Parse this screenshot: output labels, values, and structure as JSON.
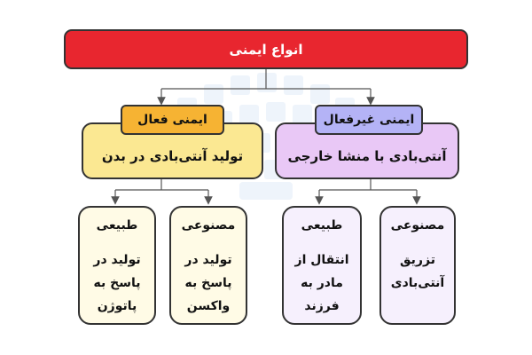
{
  "title": "انواع ایمنی",
  "branches": [
    {
      "heading": "ایمنی فعال",
      "description": "تولید آنتی‌بادی در بدن",
      "leaves": [
        {
          "title": "مصنوعی",
          "lines": [
            "تولید در",
            "پاسخ به",
            "واکسن"
          ]
        },
        {
          "title": "طبیعی",
          "lines": [
            "تولید در",
            "پاسخ به",
            "پاتوژن"
          ]
        }
      ]
    },
    {
      "heading": "ایمنی غیرفعال",
      "description": "آنتی‌بادی با منشا خارجی",
      "leaves": [
        {
          "title": "مصنوعی",
          "lines": [
            "تزریق",
            "آنتی‌بادی"
          ]
        },
        {
          "title": "طبیعی",
          "lines": [
            "انتقال از",
            "مادر به",
            "فرزند"
          ]
        }
      ]
    }
  ],
  "colors": {
    "title": "#e8262f",
    "active_heading": "#f6b333",
    "active_panel": "#fbe892",
    "passive_heading": "#b4b3f6",
    "passive_panel": "#e9c8f6"
  }
}
